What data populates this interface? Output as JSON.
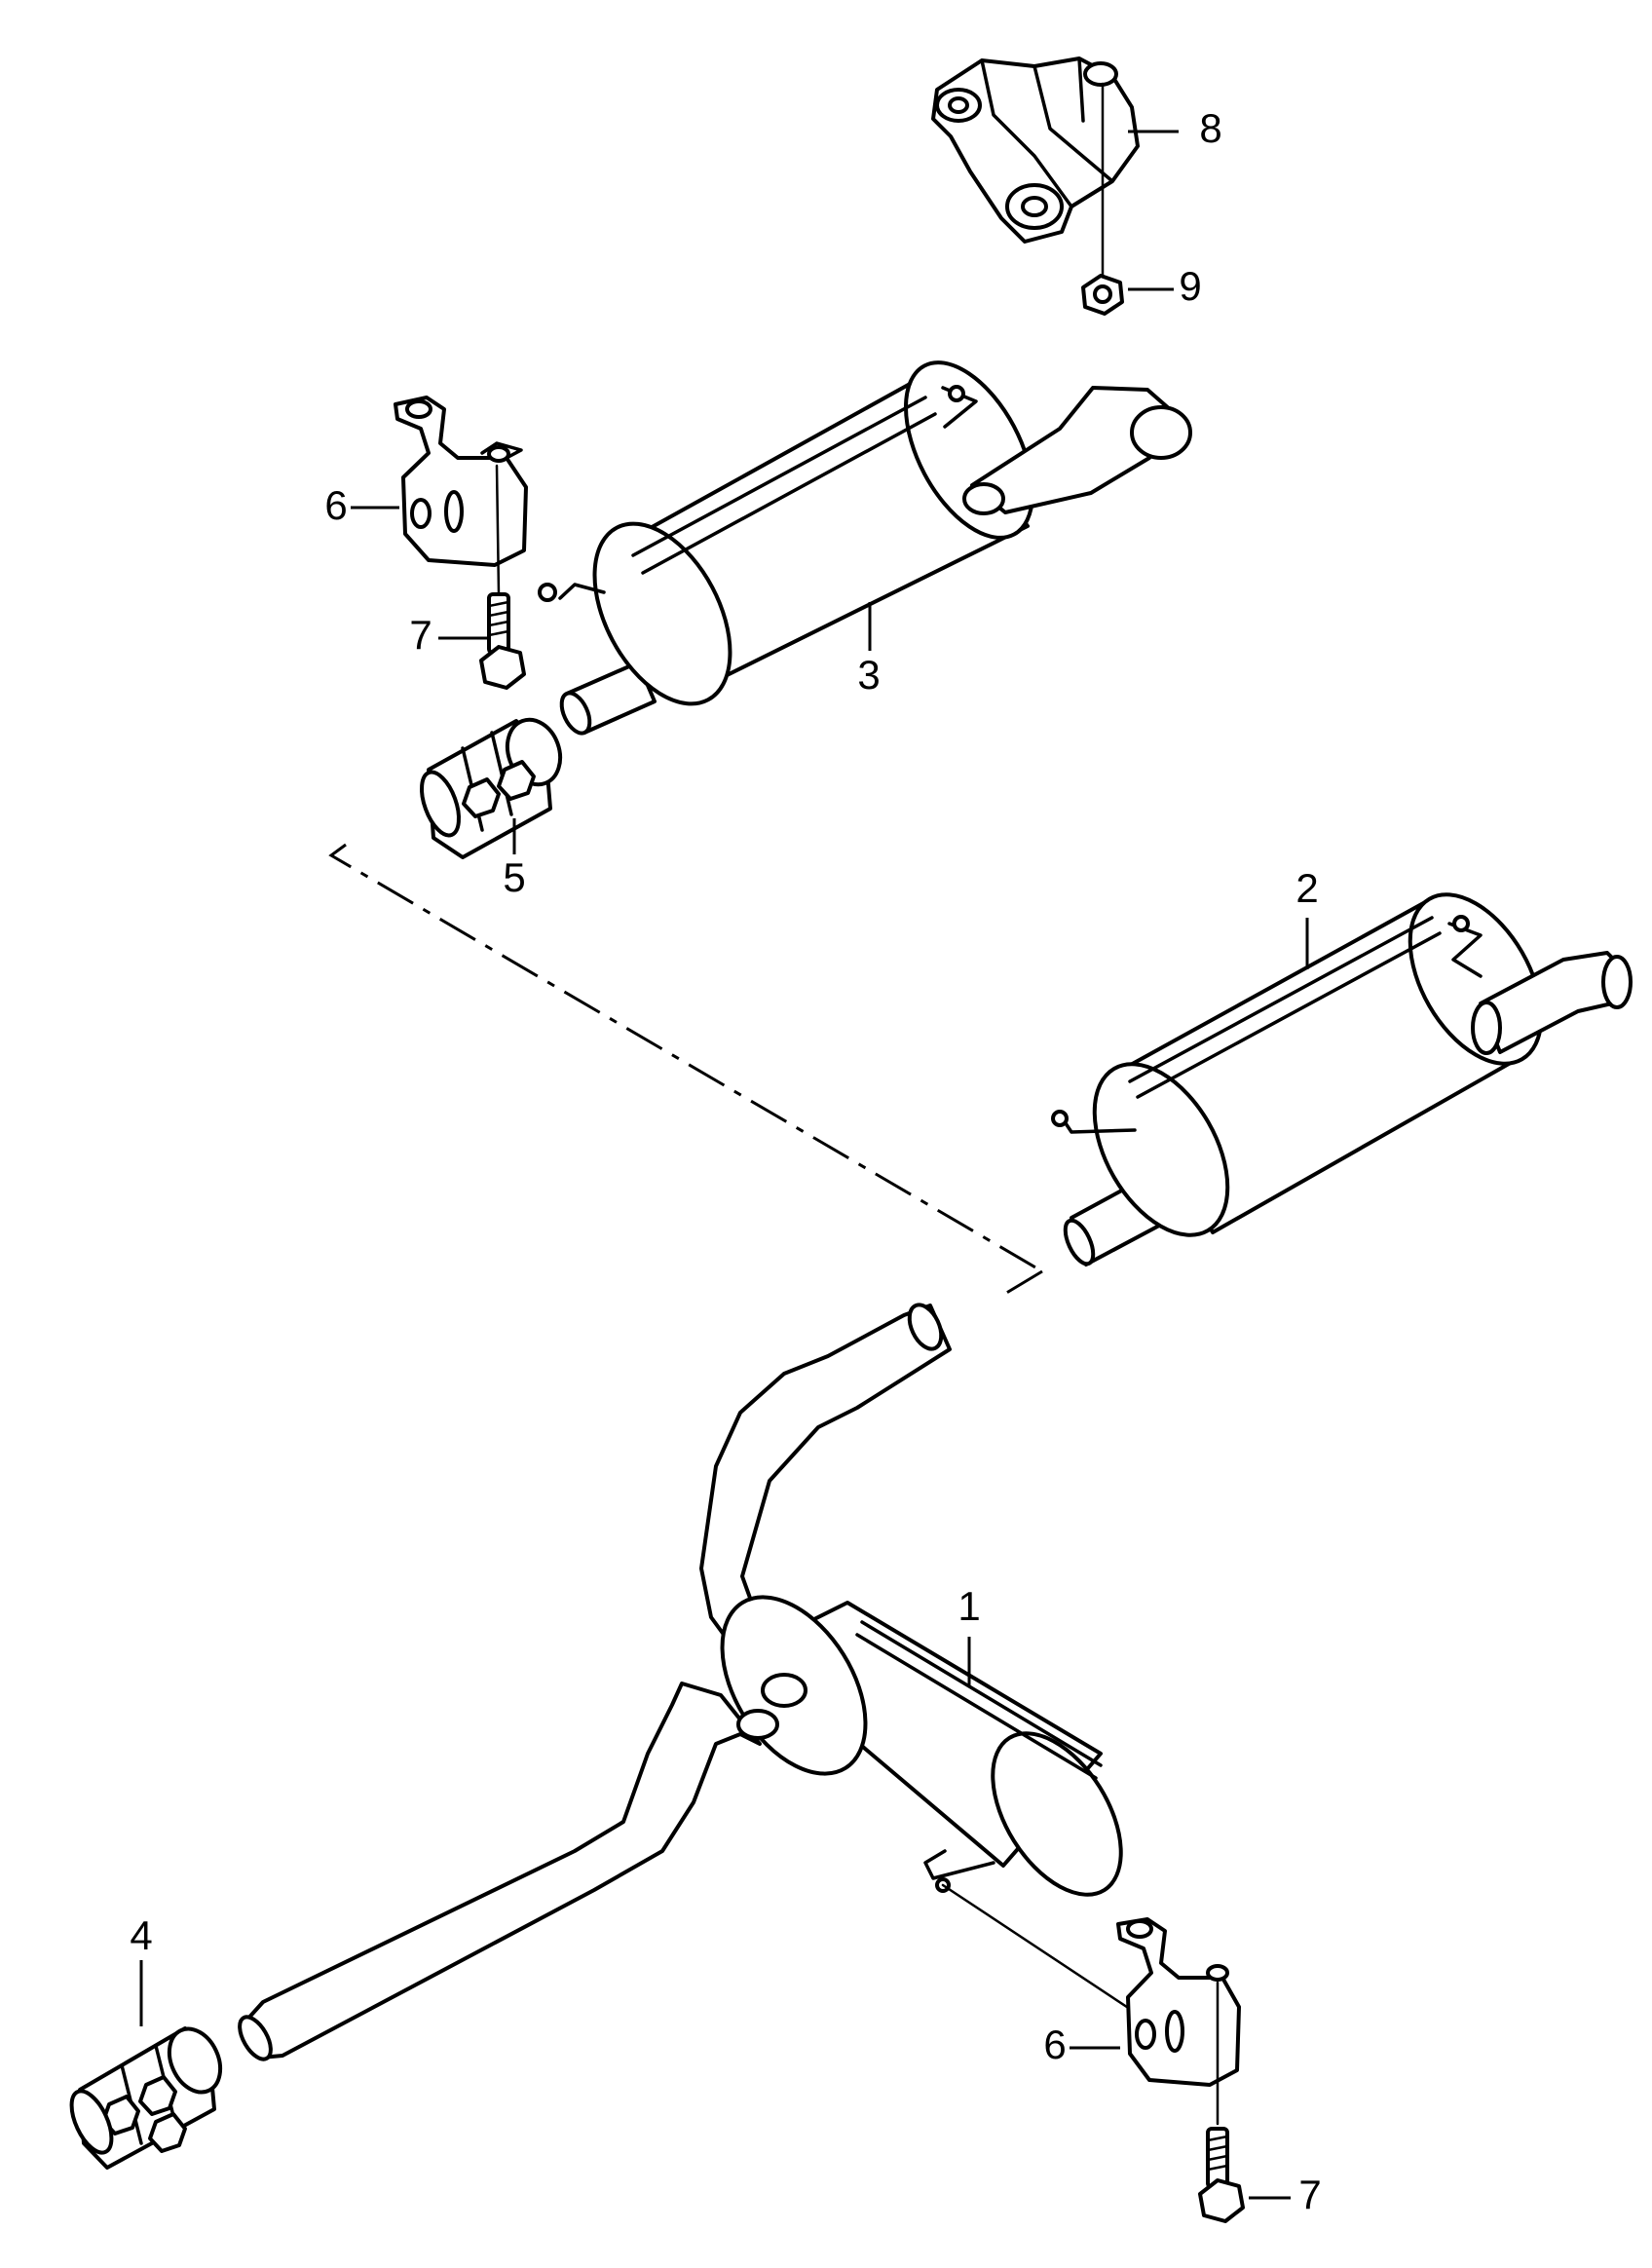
{
  "callouts": {
    "c1": "1",
    "c2": "2",
    "c3": "3",
    "c4": "4",
    "c5": "5",
    "c6a": "6",
    "c6b": "6",
    "c7a": "7",
    "c7b": "7",
    "c8": "8",
    "c9": "9"
  }
}
